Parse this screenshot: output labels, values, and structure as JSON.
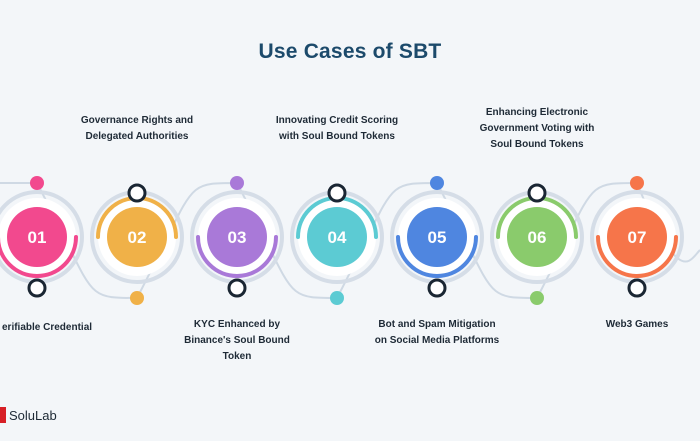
{
  "title": "Use Cases of SBT",
  "steps": [
    {
      "number": "01",
      "label": "erifiable Credential",
      "color": "#f2498e",
      "position": "bottom"
    },
    {
      "number": "02",
      "label": "Governance Rights and Delegated Authorities",
      "color": "#f0b148",
      "position": "top"
    },
    {
      "number": "03",
      "label": "KYC Enhanced by Binance's Soul Bound Token",
      "color": "#a979d8",
      "position": "bottom"
    },
    {
      "number": "04",
      "label": "Innovating Credit Scoring with Soul Bound Tokens",
      "color": "#5ccbd3",
      "position": "top"
    },
    {
      "number": "05",
      "label": "Bot and Spam Mitigation on Social Media Platforms",
      "color": "#4f86e0",
      "position": "bottom"
    },
    {
      "number": "06",
      "label": "Enhancing Electronic Government Voting with Soul Bound Tokens",
      "color": "#8acb6c",
      "position": "top"
    },
    {
      "number": "07",
      "label": "Web3 Games",
      "color": "#f6754a",
      "position": "bottom"
    }
  ],
  "colors": {
    "track": "#cfd9e4",
    "ring": "#d5dde7",
    "title": "#1c4a6b",
    "node_dark": "#1a2633"
  },
  "brand": {
    "name": "SoluLab"
  }
}
